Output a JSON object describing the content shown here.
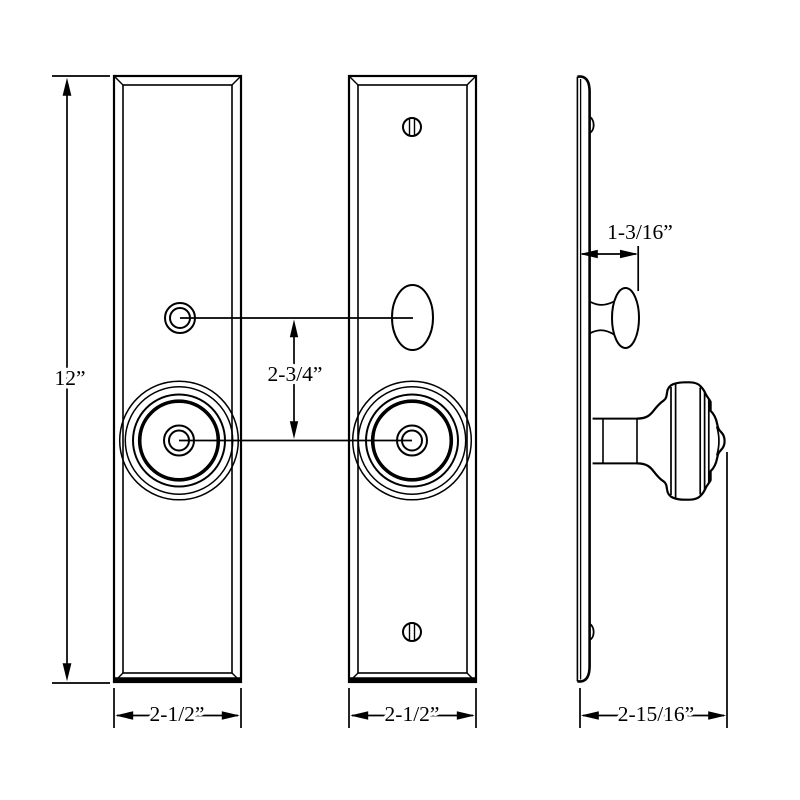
{
  "drawing": {
    "type": "door-hardware-technical-drawing",
    "colors": {
      "background": "#ffffff",
      "line": "#000000"
    },
    "dimensions": {
      "plate_height": "12”",
      "center_to_center": "2-3/4”",
      "exterior_plate_width": "2-1/2”",
      "interior_plate_width": "2-1/2”",
      "thumbturn_projection": "1-3/16”",
      "knob_projection": "2-15/16”"
    }
  }
}
